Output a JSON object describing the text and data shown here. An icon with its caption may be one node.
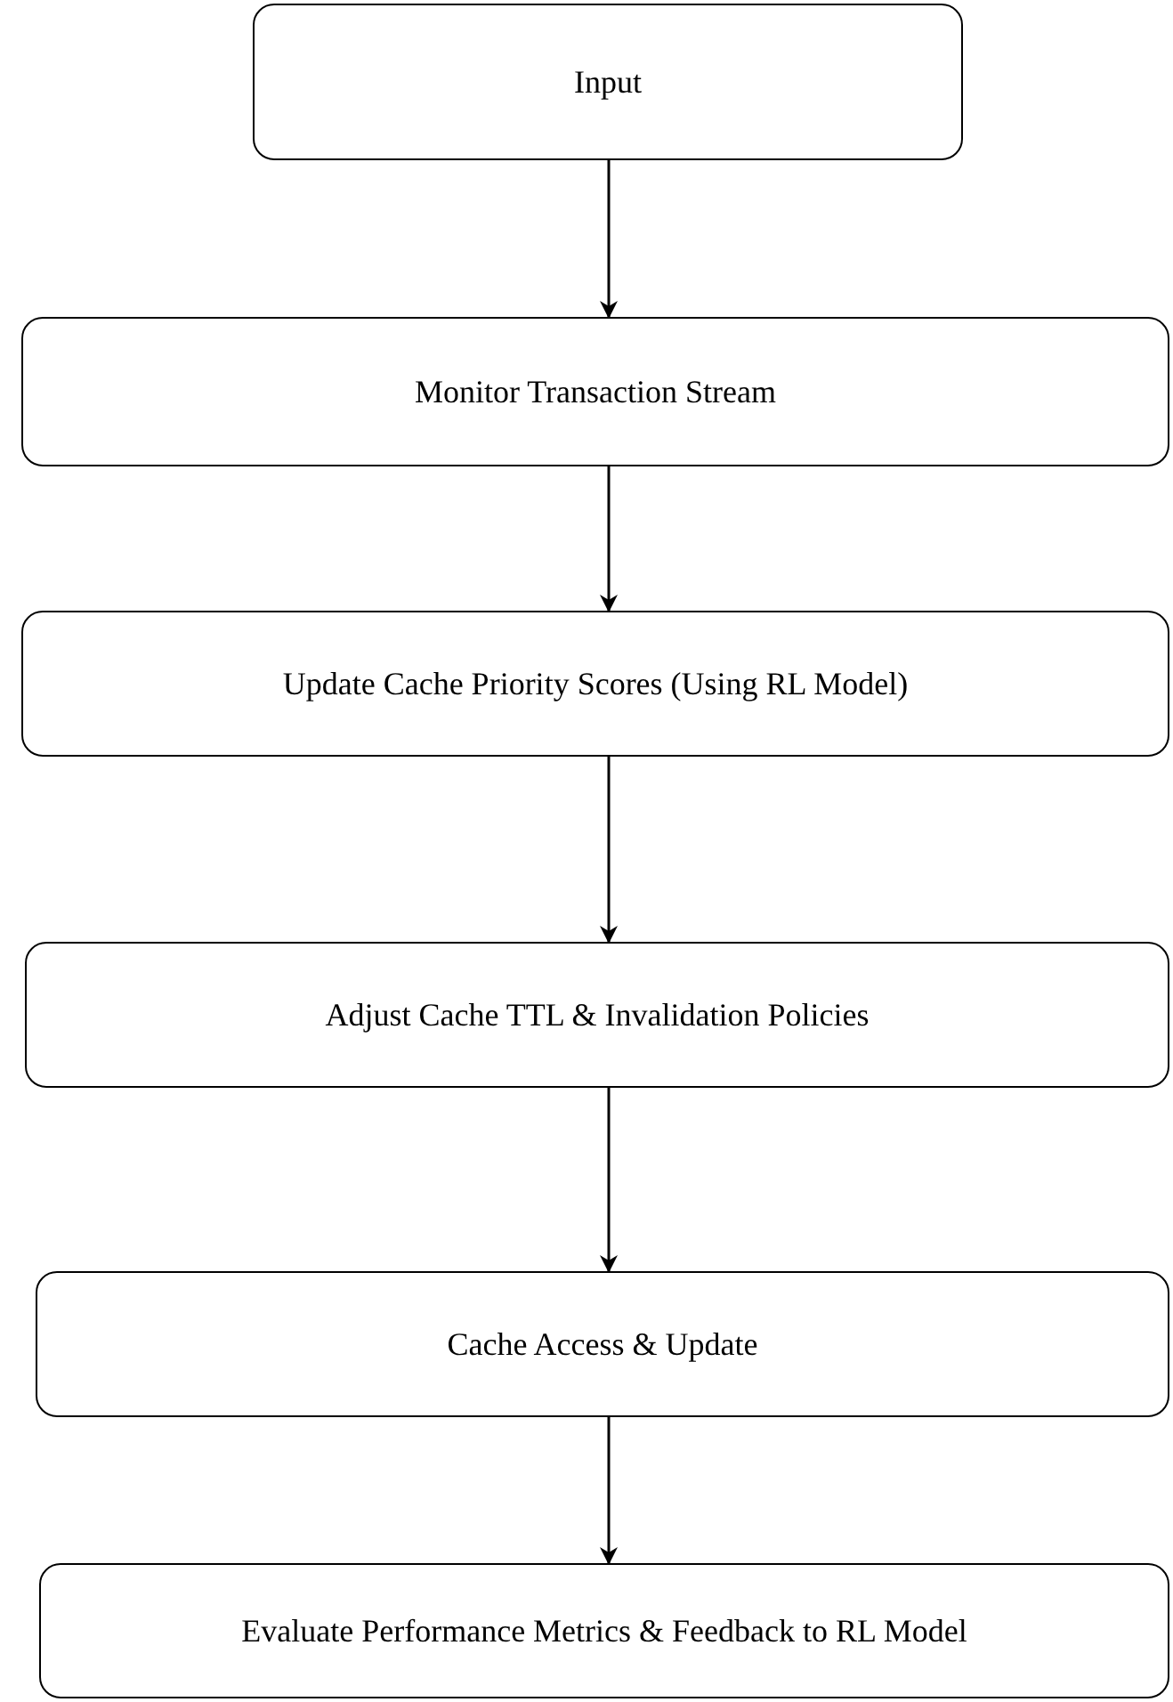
{
  "diagram": {
    "nodes": [
      {
        "text": [
          "Input"
        ]
      },
      {
        "text": [
          "Monitor Transaction Stream"
        ]
      },
      {
        "text": [
          "Update Cache Priority Scores (Using RL Model)"
        ]
      },
      {
        "text": [
          "Adjust Cache TTL & Invalidation Policies"
        ]
      },
      {
        "text": [
          "Cache Access & Update"
        ]
      },
      {
        "text": [
          "Evaluate Performance Metrics & Feedback to RL Model"
        ]
      }
    ],
    "edges": [
      {
        "from": 0,
        "to": 1,
        "arrow": "to"
      },
      {
        "from": 1,
        "to": 2,
        "arrow": "to"
      },
      {
        "from": 2,
        "to": 3,
        "arrow": "to"
      },
      {
        "from": 3,
        "to": 4,
        "arrow": "to"
      },
      {
        "from": 4,
        "to": 5,
        "arrow": "to"
      }
    ]
  }
}
